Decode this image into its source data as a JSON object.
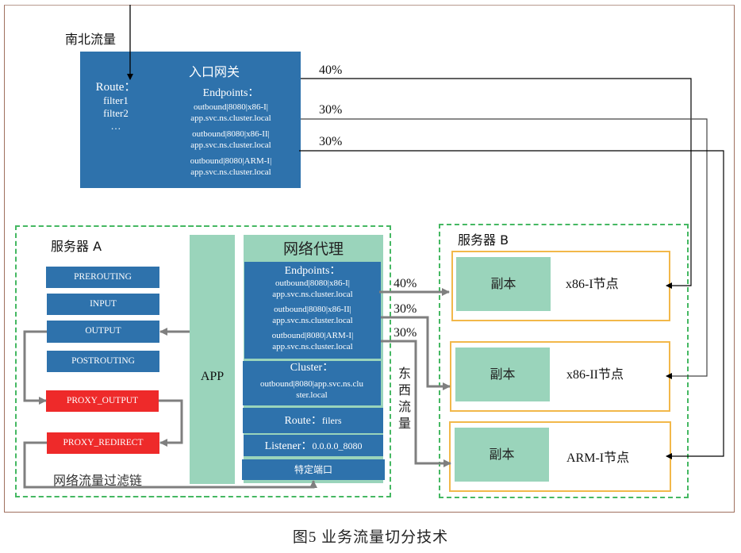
{
  "figure": {
    "caption": "图5   业务流量切分技术"
  },
  "north_south": {
    "label": "南北流量"
  },
  "gateway": {
    "title": "入口网关",
    "route_label": "Route：",
    "route_items": [
      "filter1",
      "filter2",
      "…"
    ],
    "endpoints_label": "Endpoints：",
    "endpoints": [
      {
        "line1": "outbound|8080|x86-I|",
        "line2": "app.svc.ns.cluster.local",
        "weight": "40%"
      },
      {
        "line1": "outbound|8080|x86-II|",
        "line2": "app.svc.ns.cluster.local",
        "weight": "30%"
      },
      {
        "line1": "outbound|8080|ARM-I|",
        "line2": "app.svc.ns.cluster.local",
        "weight": "30%"
      }
    ]
  },
  "server_a": {
    "title": "服务器 A",
    "chains": [
      "PREROUTING",
      "INPUT",
      "OUTPUT",
      "POSTROUTING"
    ],
    "proxy_chains": [
      "PROXY_OUTPUT",
      "PROXY_REDIRECT"
    ],
    "filter_chain_label": "网络流量过滤链",
    "app_label": "APP",
    "proxy": {
      "title": "网络代理",
      "endpoints_label": "Endpoints：",
      "endpoints": [
        {
          "line1": "outbound|8080|x86-I|",
          "line2": "app.svc.ns.cluster.local",
          "weight": "40%"
        },
        {
          "line1": "outbound|8080|x86-II|",
          "line2": "app.svc.ns.cluster.local",
          "weight": "30%"
        },
        {
          "line1": "outbound|8080|ARM-I|",
          "line2": "app.svc.ns.cluster.local",
          "weight": "30%"
        }
      ],
      "cluster_label": "Cluster：",
      "cluster_line1": "outbound|8080|app.svc.ns.clu",
      "cluster_line2": "ster.local",
      "route_label": "Route：",
      "route_value": "filers",
      "listener_label": "Listener：",
      "listener_value": "0.0.0.0_8080",
      "port_label": "特定端口"
    }
  },
  "east_west": {
    "label": [
      "东",
      "西",
      "流",
      "量"
    ]
  },
  "server_b": {
    "title": "服务器 B",
    "nodes": [
      {
        "replica": "副本",
        "name": "x86-I节点"
      },
      {
        "replica": "副本",
        "name": "x86-II节点"
      },
      {
        "replica": "副本",
        "name": "ARM-I节点"
      }
    ]
  },
  "colors": {
    "blue_box": "#2e72ac",
    "green_box": "#9ad4bb",
    "red_box": "#ee2a2a",
    "dashed_border": "#45b862",
    "node_border": "#f2b84a",
    "arrow_gray": "#7f7f7f",
    "frame": "#a0705e"
  }
}
